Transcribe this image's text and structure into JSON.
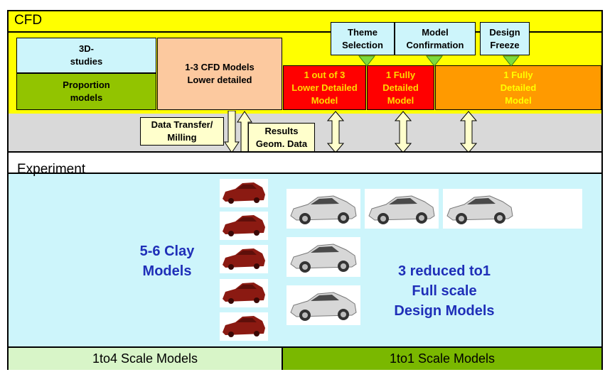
{
  "cfd": {
    "title": "CFD",
    "studies_3d": "3D-\nstudies",
    "proportion_models": "Proportion\nmodels",
    "cfd_models": "1-3 CFD Models\nLower detailed",
    "one_of_three": "1 out of 3\nLower Detailed\nModel",
    "fully_detailed_a": "1 Fully\nDetailed\nModel",
    "fully_detailed_b": "1 Fully\nDetailed\nModel",
    "milestones": [
      "Theme\nSelection",
      "Model\nConfirmation",
      "Design\nFreeze"
    ]
  },
  "transfer": {
    "data_transfer": "Data Transfer/\nMilling",
    "results": "Results\nGeom. Data"
  },
  "experiment": {
    "title": "Experiment",
    "clay_models": "5-6 Clay\nModels",
    "design_models": "3 reduced to1\nFull scale\nDesign Models"
  },
  "footer": {
    "scale_1to4": "1to4 Scale Models",
    "scale_1to1": "1to1 Scale Models"
  },
  "colors": {
    "cfd_background": "#ffff00",
    "light_blue_box": "#cdf5fb",
    "green_box": "#92c400",
    "peach_box": "#fcc99f",
    "red_box": "#ff0000",
    "orange_box": "#ff9a00",
    "milestone_box": "#cdf5fb",
    "milestone_marker": "#7ddb3d",
    "experiment_background": "#cdf5fb",
    "footer_light": "#d8f5c8",
    "footer_dark": "#7ab800",
    "clay_car": "#8b1a12",
    "design_car": "#d7d7d7",
    "label_blue": "#1f2fb8"
  },
  "icons": [
    "clay-car-icon",
    "design-car-icon",
    "double-arrow-icon",
    "down-arrow-icon",
    "up-arrow-icon",
    "milestone-triangle-icon"
  ]
}
